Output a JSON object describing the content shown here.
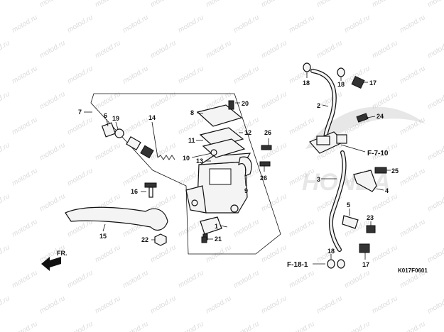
{
  "watermark_text": "motod.ru",
  "direction_label": "FR.",
  "diagram_code": "K017F0601",
  "brand_watermark": "HONDA",
  "refs": [
    "F-7-10",
    "F-18-1"
  ],
  "callouts": [
    "1",
    "2",
    "3",
    "4",
    "5",
    "6",
    "7",
    "8",
    "9",
    "10",
    "11",
    "12",
    "13",
    "14",
    "15",
    "16",
    "17",
    "17",
    "18",
    "18",
    "18",
    "19",
    "20",
    "21",
    "22",
    "23",
    "24",
    "25",
    "26",
    "26"
  ]
}
